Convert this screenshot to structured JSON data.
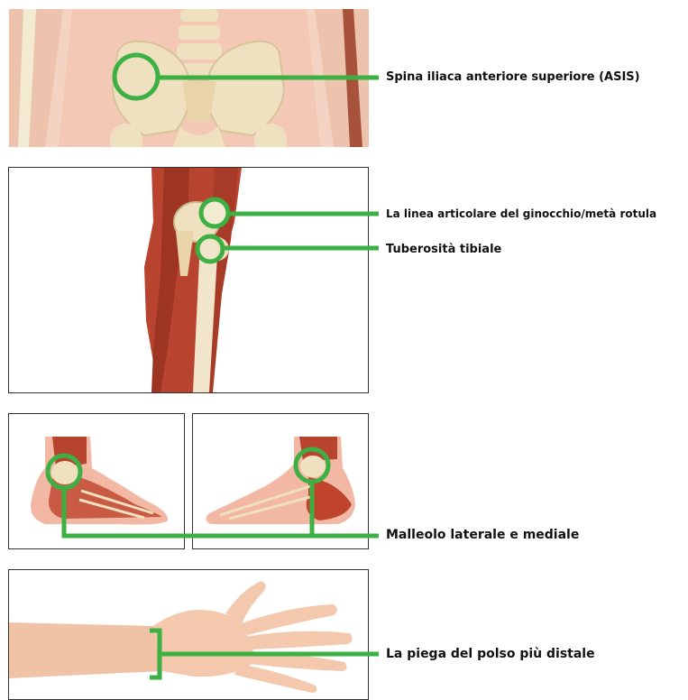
{
  "labels": {
    "asis": "Spina iliaca anteriore superiore (ASIS)",
    "knee_joint_line": "La linea articolare del ginocchio/metà rotula",
    "tibial_tuberosity": "Tuberosità tibiale",
    "malleolus": "Malleolo laterale e mediale",
    "wrist_crease": "La piega del polso più distale"
  },
  "colors": {
    "marker": "#3cb043",
    "skin": "#f2c6b0",
    "bone": "#efe1c0",
    "muscle": "#b8432f"
  },
  "icons": [
    "pelvis-illustration",
    "knee-illustration",
    "ankle-lateral-illustration",
    "ankle-medial-illustration",
    "wrist-hand-illustration"
  ]
}
